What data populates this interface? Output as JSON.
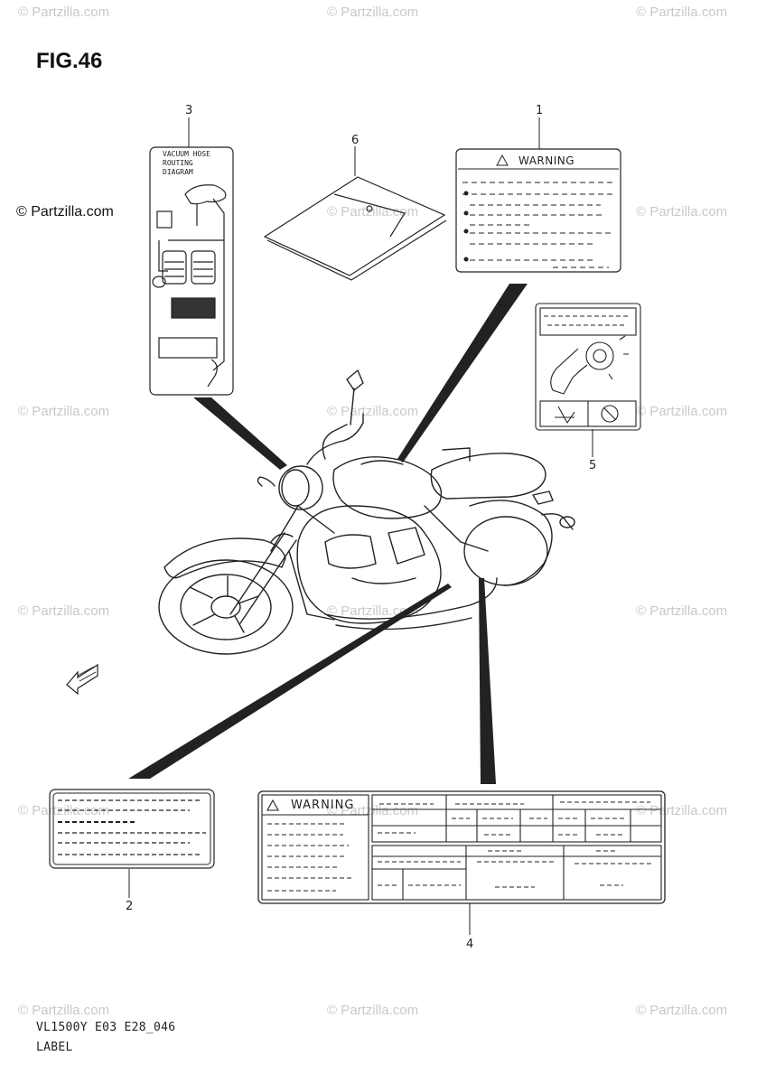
{
  "watermark": {
    "text": "© Partzilla.com",
    "prominent_text": "© Partzilla.com"
  },
  "figure": {
    "title": "FIG.46",
    "code": "VL1500Y E03 E28_046",
    "name": "LABEL"
  },
  "callouts": [
    "1",
    "2",
    "3",
    "4",
    "5",
    "6"
  ],
  "labels": {
    "warning_label_1": {
      "heading": "WARNING"
    },
    "vacuum_hose_3": {
      "lines": [
        "VACUUM HOSE",
        "ROUTING",
        "DIAGRAM"
      ]
    },
    "warning_label_4": {
      "heading": "WARNING"
    }
  },
  "icons": [
    "warning-triangle-icon",
    "fwd-arrow-icon"
  ],
  "colors": {
    "line": "#222222",
    "watermark": "#c9c9c9"
  }
}
